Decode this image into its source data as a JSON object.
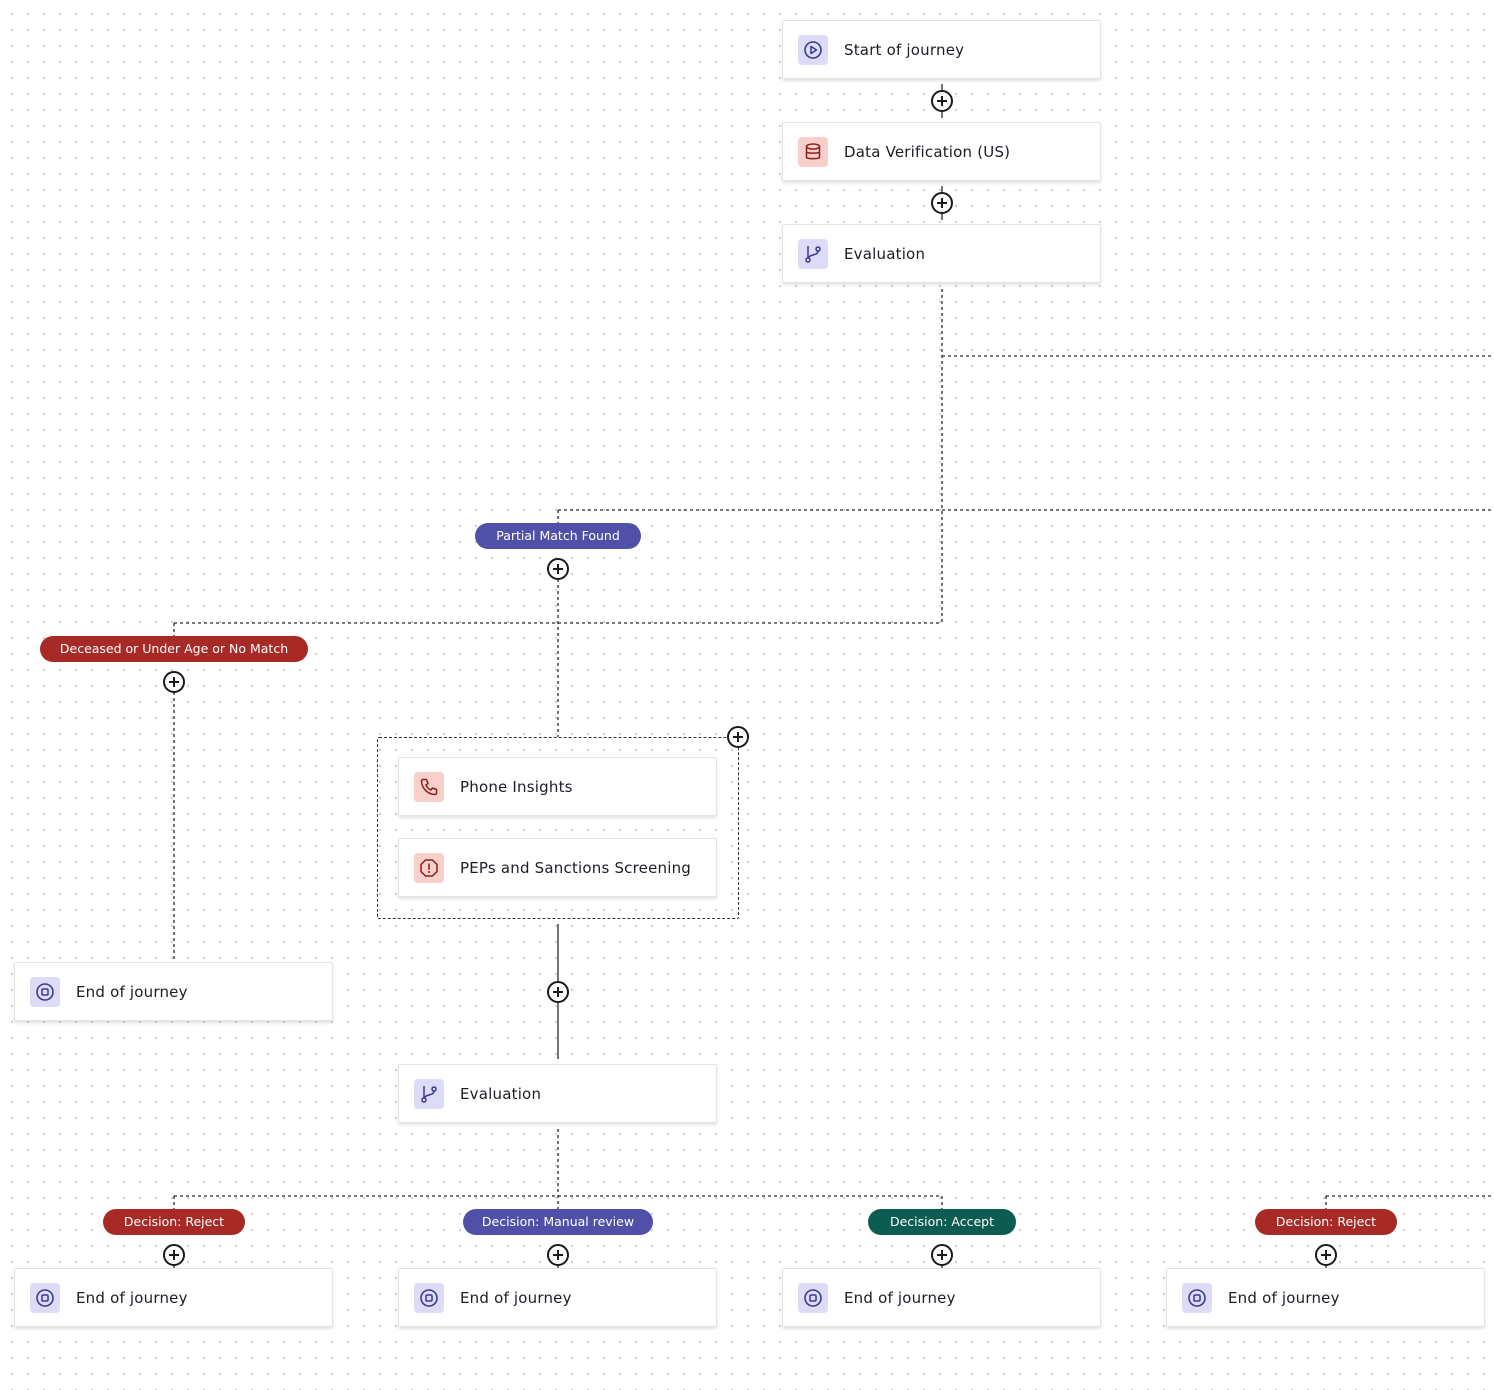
{
  "nodes": {
    "start": {
      "label": "Start of journey",
      "icon": "play-circle-icon"
    },
    "data_verification": {
      "label": "Data Verification (US)",
      "icon": "database-icon"
    },
    "evaluation_1": {
      "label": "Evaluation",
      "icon": "branch-icon"
    },
    "phone_insights": {
      "label": "Phone Insights",
      "icon": "phone-icon"
    },
    "peps_screening": {
      "label": "PEPs and Sanctions Screening",
      "icon": "alert-octagon-icon"
    },
    "end_deceased": {
      "label": "End of journey",
      "icon": "stop-circle-icon"
    },
    "evaluation_2": {
      "label": "Evaluation",
      "icon": "branch-icon"
    },
    "end_reject": {
      "label": "End of journey",
      "icon": "stop-circle-icon"
    },
    "end_manual": {
      "label": "End of journey",
      "icon": "stop-circle-icon"
    },
    "end_accept": {
      "label": "End of journey",
      "icon": "stop-circle-icon"
    },
    "end_reject_2": {
      "label": "End of journey",
      "icon": "stop-circle-icon"
    }
  },
  "branches": {
    "partial_match": {
      "label": "Partial Match Found",
      "color": "#5150a8"
    },
    "deceased": {
      "label": "Deceased or Under Age or No Match",
      "color": "#a82a26"
    },
    "decision_reject": {
      "label": "Decision: Reject",
      "color": "#a82a26"
    },
    "decision_manual": {
      "label": "Decision: Manual review",
      "color": "#5150a8"
    },
    "decision_accept": {
      "label": "Decision: Accept",
      "color": "#0d5c52"
    },
    "decision_reject_2": {
      "label": "Decision: Reject",
      "color": "#a82a26"
    }
  },
  "colors": {
    "icon_purple_bg": "#dcdcf6",
    "icon_purple_fg": "#3c3a8c",
    "icon_red_bg": "#f7cfcb",
    "icon_red_fg": "#8c1f1a",
    "connector": "#2a2a2a"
  }
}
